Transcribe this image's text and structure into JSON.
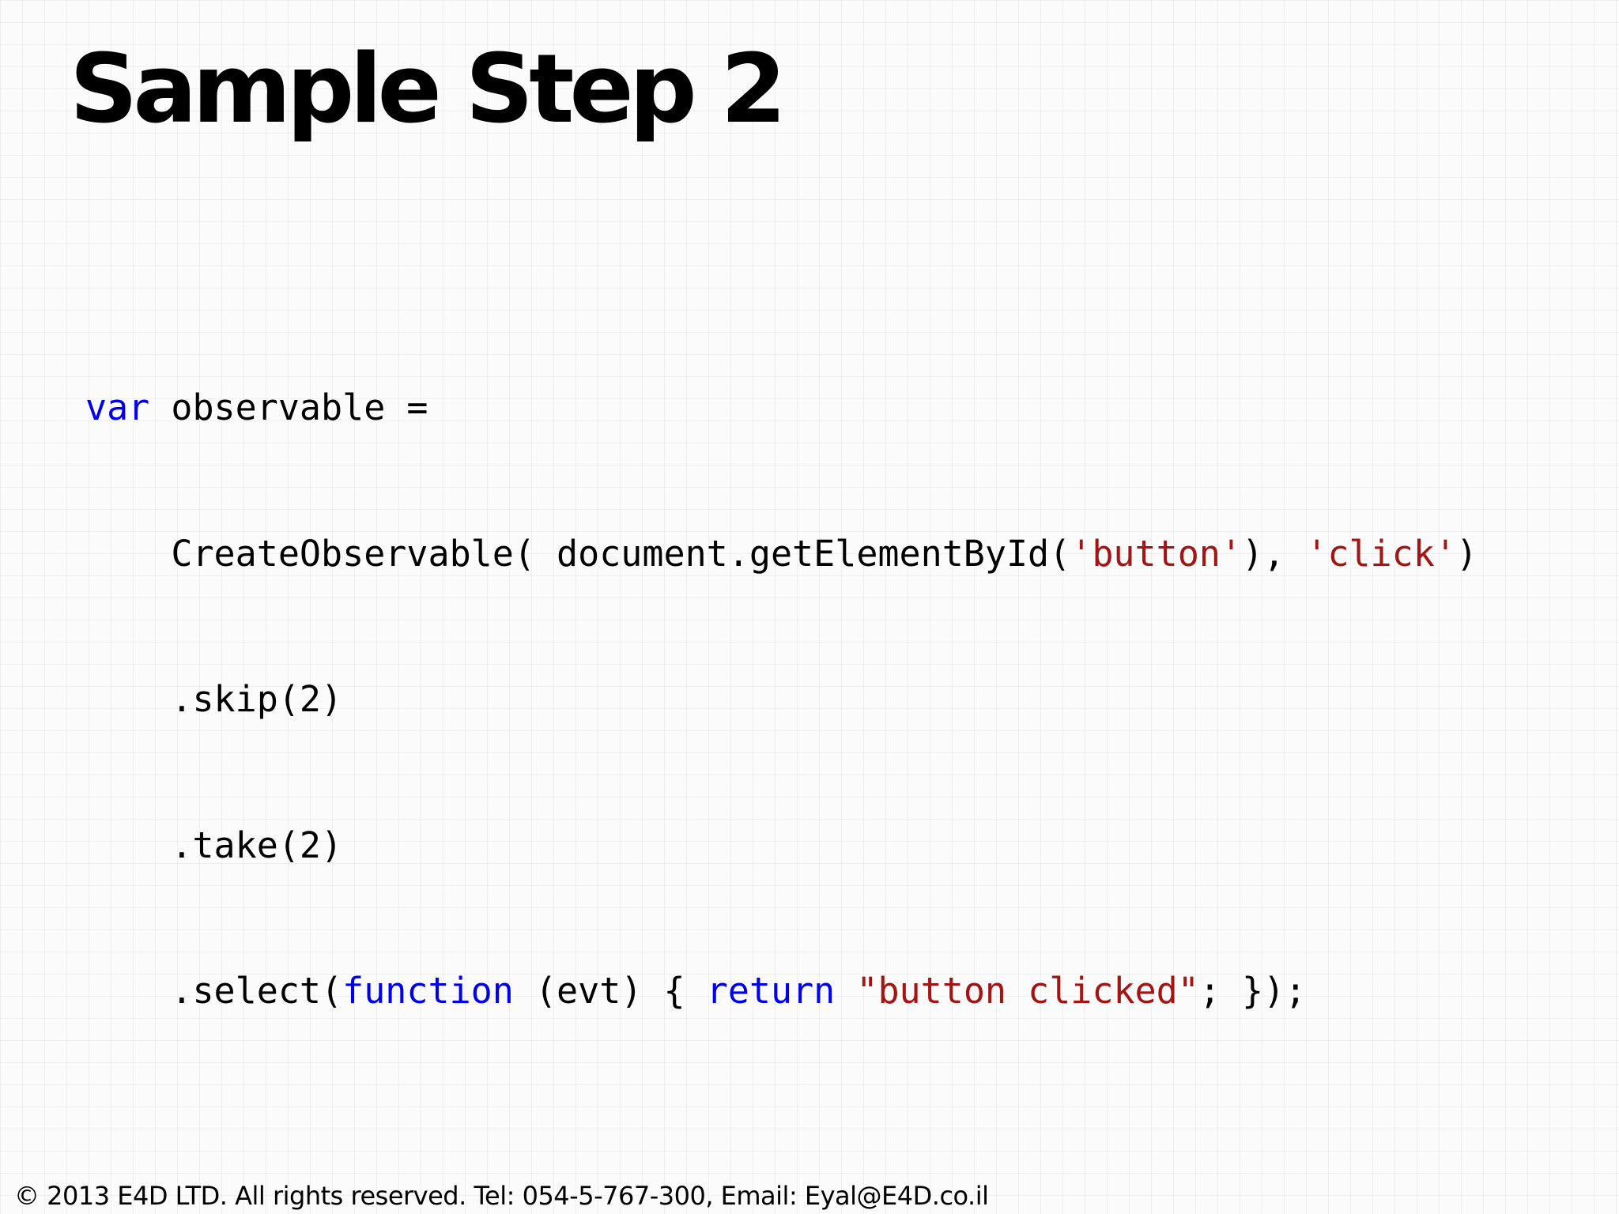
{
  "slide": {
    "title": "Sample Step 2"
  },
  "code": {
    "line1": {
      "t1": "var",
      "t2": " observable ="
    },
    "line2": {
      "t1": "    CreateObservable( document.getElementById(",
      "t2": "'button'",
      "t3": "), ",
      "t4": "'click'",
      "t5": ")"
    },
    "line3": {
      "t1": "    .skip(2)"
    },
    "line4": {
      "t1": "    .take(2)"
    },
    "line5": {
      "t1": "    .select(",
      "t2": "function",
      "t3": " (evt) { ",
      "t4": "return",
      "t5": " ",
      "t6": "\"button clicked\"",
      "t7": "; });"
    }
  },
  "footer": {
    "text": "© 2013 E4D LTD. All rights reserved. Tel: 054-5-767-300, Email: Eyal@E4D.co.il"
  },
  "colors": {
    "keyword": "#0000ee",
    "string": "#a31515",
    "text": "#000000",
    "background": "#fbfbfb"
  }
}
